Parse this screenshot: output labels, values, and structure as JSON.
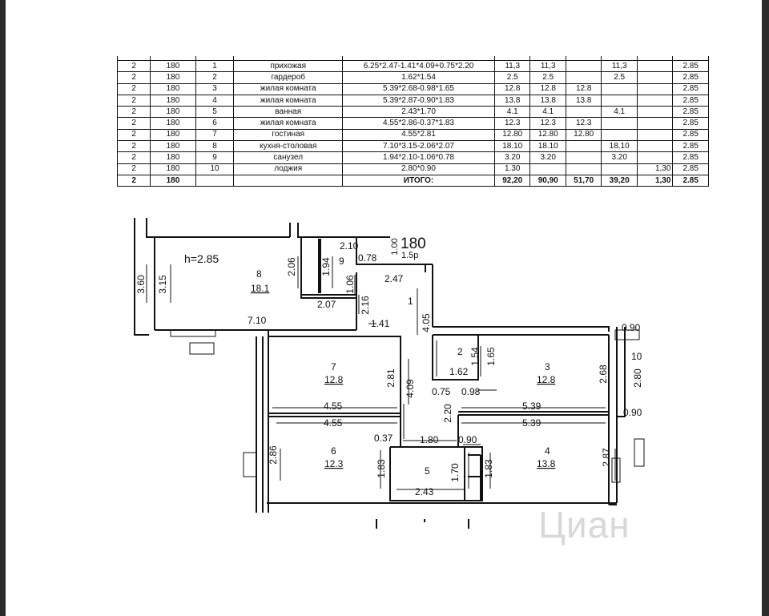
{
  "table": {
    "rows": [
      {
        "floor": "2",
        "apt": "180",
        "room": "1",
        "name": "прихожая",
        "formula": "6.25*2.47-1.41*4.09+0.75*2.20",
        "total": "11,3",
        "living_total": "11,3",
        "living": "",
        "aux": "11,3",
        "loggia": "",
        "height": "2.85"
      },
      {
        "floor": "2",
        "apt": "180",
        "room": "2",
        "name": "гардероб",
        "formula": "1.62*1.54",
        "total": "2.5",
        "living_total": "2.5",
        "living": "",
        "aux": "2.5",
        "loggia": "",
        "height": "2.85"
      },
      {
        "floor": "2",
        "apt": "180",
        "room": "3",
        "name": "жилая комната",
        "formula": "5.39*2.68-0.98*1.65",
        "total": "12.8",
        "living_total": "12.8",
        "living": "12.8",
        "aux": "",
        "loggia": "",
        "height": "2.85"
      },
      {
        "floor": "2",
        "apt": "180",
        "room": "4",
        "name": "жилая комната",
        "formula": "5.39*2.87-0.90*1.83",
        "total": "13.8",
        "living_total": "13.8",
        "living": "13.8",
        "aux": "",
        "loggia": "",
        "height": "2.85"
      },
      {
        "floor": "2",
        "apt": "180",
        "room": "5",
        "name": "ванная",
        "formula": "2.43*1.70",
        "total": "4.1",
        "living_total": "4.1",
        "living": "",
        "aux": "4.1",
        "loggia": "",
        "height": "2.85"
      },
      {
        "floor": "2",
        "apt": "180",
        "room": "6",
        "name": "жилая комната",
        "formula": "4.55*2.86-0.37*1.83",
        "total": "12.3",
        "living_total": "12.3",
        "living": "12.3",
        "aux": "",
        "loggia": "",
        "height": "2.85"
      },
      {
        "floor": "2",
        "apt": "180",
        "room": "7",
        "name": "гостиная",
        "formula": "4.55*2.81",
        "total": "12.80",
        "living_total": "12.80",
        "living": "12.80",
        "aux": "",
        "loggia": "",
        "height": "2.85"
      },
      {
        "floor": "2",
        "apt": "180",
        "room": "8",
        "name": "кухня-столовая",
        "formula": "7.10*3.15-2.06*2.07",
        "total": "18.10",
        "living_total": "18.10",
        "living": "",
        "aux": "18.10",
        "loggia": "",
        "height": "2.85"
      },
      {
        "floor": "2",
        "apt": "180",
        "room": "9",
        "name": "санузел",
        "formula": "1.94*2.10-1.06*0.78",
        "total": "3.20",
        "living_total": "3.20",
        "living": "",
        "aux": "3.20",
        "loggia": "",
        "height": "2.85"
      },
      {
        "floor": "2",
        "apt": "180",
        "room": "10",
        "name": "лоджия",
        "formula": "2.80*0.90",
        "total": "1.30",
        "living_total": "",
        "living": "",
        "aux": "",
        "loggia": "1,30",
        "height": "2.85"
      },
      {
        "floor": "2",
        "apt": "180",
        "room": "",
        "name": "",
        "formula": "ИТОГО:",
        "total": "92,20",
        "living_total": "90,90",
        "living": "51,70",
        "aux": "39,20",
        "loggia": "1,30",
        "height": "2.85"
      }
    ]
  },
  "plan": {
    "apartment_no": "180",
    "entry_mark": "1.5р",
    "ceiling": "h=2.85",
    "rooms": [
      {
        "no": "1",
        "area": ""
      },
      {
        "no": "2",
        "area": ""
      },
      {
        "no": "3",
        "area": "12.8"
      },
      {
        "no": "4",
        "area": "13.8"
      },
      {
        "no": "5",
        "area": ""
      },
      {
        "no": "6",
        "area": "12.3"
      },
      {
        "no": "7",
        "area": "12.8"
      },
      {
        "no": "8",
        "area": "18.1"
      },
      {
        "no": "9",
        "area": ""
      },
      {
        "no": "10",
        "area": ""
      }
    ],
    "dims": {
      "d_360": "3.60",
      "d_315": "3.15",
      "d_206": "2.06",
      "d_194": "1.94",
      "d_210": "2.10",
      "d_078": "0.78",
      "d_100": "1.00",
      "d_106": "1.06",
      "d_247": "2.47",
      "d_216": "2.16",
      "d_207": "2.07",
      "d_710": "7.10",
      "d_141": "1.41",
      "d_405": "4.05",
      "d_090a": "0.90",
      "d_154": "1.54",
      "d_165": "1.65",
      "d_162": "1.62",
      "d_268": "2.68",
      "d_280": "2.80",
      "d_281": "2.81",
      "d_409": "4.09",
      "d_075": "0.75",
      "d_098": "0.98",
      "d_455a": "4.55",
      "d_539a": "5.39",
      "d_455b": "4.55",
      "d_539b": "5.39",
      "d_220": "2.20",
      "d_090b": "0.90",
      "d_037": "0.37",
      "d_180": "1.80",
      "d_090c": "0.90",
      "d_286": "2.86",
      "d_183a": "1.83",
      "d_170": "1.70",
      "d_183b": "1.83",
      "d_287": "2.87",
      "d_243": "2.43"
    }
  },
  "watermark": "Циан"
}
